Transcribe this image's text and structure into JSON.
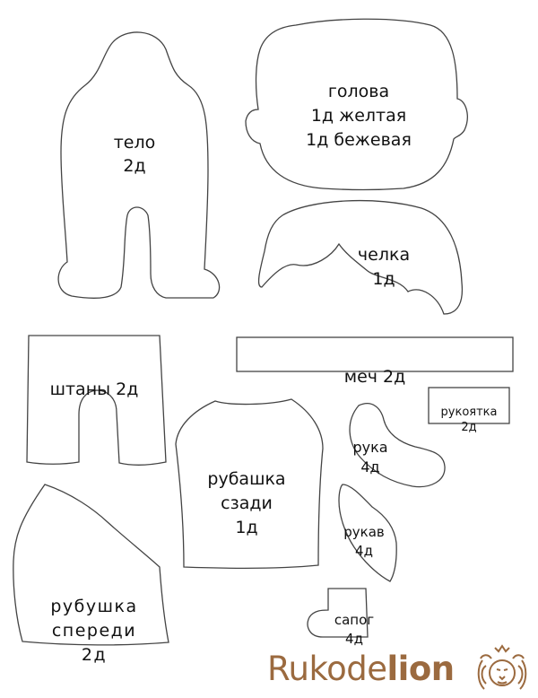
{
  "pieces": {
    "body": [
      "тело",
      "2д"
    ],
    "head": [
      "голова",
      "1д желтая",
      "1д бежевая"
    ],
    "bangs": [
      "челка",
      "1д"
    ],
    "sword": [
      "меч 2д"
    ],
    "pants": [
      "штаны 2д"
    ],
    "handle": [
      "рукоятка",
      "2д"
    ],
    "arm": [
      "рука",
      "4д"
    ],
    "shirt_back": [
      "рубашка",
      "сзади",
      "1д"
    ],
    "sleeve": [
      "рукав",
      "4д"
    ],
    "shirt_front": [
      "рубушка",
      "спереди",
      "2д"
    ],
    "boot": [
      "сапог",
      "4д"
    ]
  },
  "logo": {
    "text_regular": "Rukode",
    "text_bold": "lion",
    "icon": "lion-face-icon",
    "color": "#9b6a3f"
  },
  "colors": {
    "outline": "#444444",
    "text": "#111111"
  }
}
